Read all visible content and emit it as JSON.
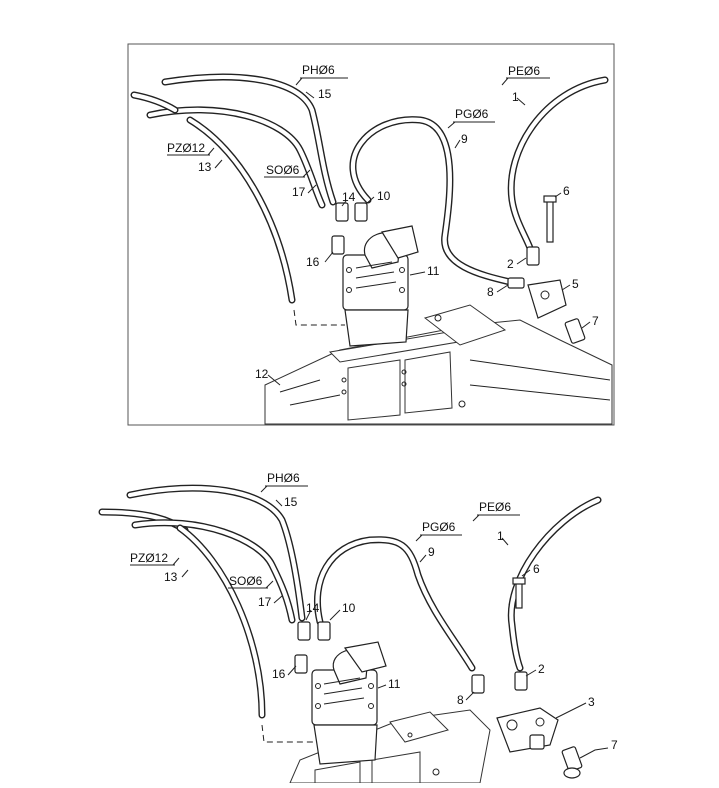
{
  "diagram": {
    "upper": {
      "hose_labels": {
        "ph": "PHØ6",
        "pe": "PEØ6",
        "pg": "PGØ6",
        "pz": "PZØ12",
        "so": "SOØ6"
      },
      "callouts": {
        "c15": "15",
        "c1": "1",
        "c9": "9",
        "c13": "13",
        "c17": "17",
        "c14": "14",
        "c10": "10",
        "c6": "6",
        "c16": "16",
        "c11": "11",
        "c2": "2",
        "c8": "8",
        "c5": "5",
        "c7": "7",
        "c12": "12"
      }
    },
    "lower": {
      "hose_labels": {
        "ph": "PHØ6",
        "pe": "PEØ6",
        "pg": "PGØ6",
        "pz": "PZØ12",
        "so": "SOØ6"
      },
      "callouts": {
        "c15": "15",
        "c1": "1",
        "c9": "9",
        "c13": "13",
        "c17": "17",
        "c14": "14",
        "c10": "10",
        "c6": "6",
        "c16": "16",
        "c11": "11",
        "c2": "2",
        "c8": "8",
        "c3": "3",
        "c7": "7"
      }
    }
  }
}
